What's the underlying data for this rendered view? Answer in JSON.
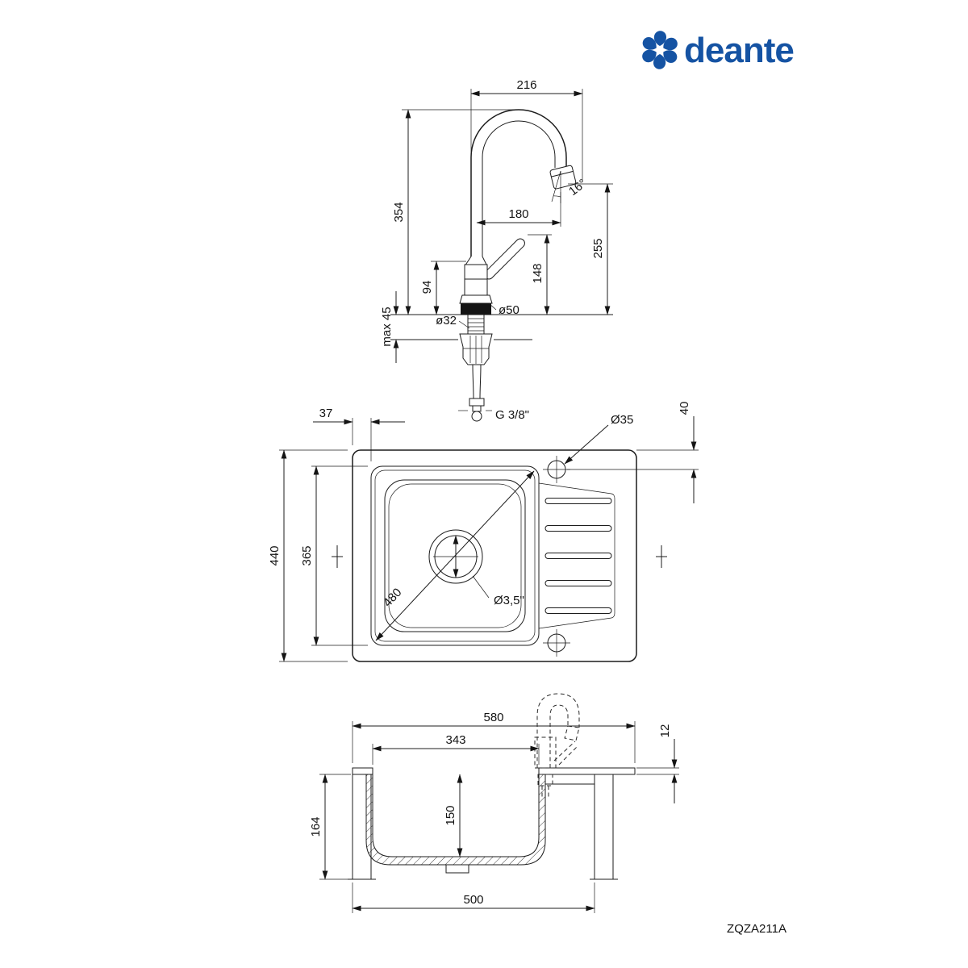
{
  "logo": {
    "text": "deante",
    "color": "#1553a3"
  },
  "model_code": "ZQZA211A",
  "views": {
    "faucet": {
      "dims": {
        "width": "216",
        "height": "354",
        "reach": "180",
        "angle": "16°",
        "outlet_height": "255",
        "handle_height": "148",
        "body_height": "94",
        "base_diameter": "ø50",
        "shank_diameter": "ø32",
        "max_counter_thickness": "max 45",
        "thread_size": "G 3/8\""
      }
    },
    "top": {
      "dims": {
        "rim_offset": "37",
        "faucet_hole_diameter": "Ø35",
        "hole_edge_distance": "40",
        "total_depth": "440",
        "bowl_length": "365",
        "bowl_diagonal": "480",
        "drain_diameter": "Ø3,5\""
      }
    },
    "section": {
      "dims": {
        "total_width": "580",
        "bowl_width": "343",
        "rim_thickness": "12",
        "total_height": "164",
        "bowl_depth": "150",
        "base_width": "500"
      }
    }
  }
}
